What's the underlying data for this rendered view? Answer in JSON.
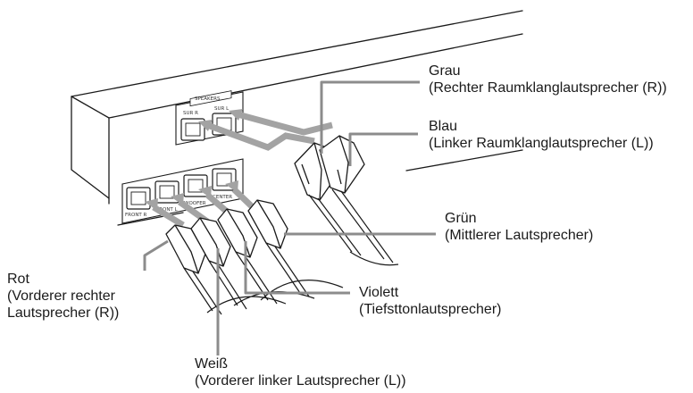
{
  "unit": {
    "panel_title": "SPEAKERS",
    "jack_labels_top": [
      "SUR R",
      "SUR L"
    ],
    "jack_labels_bottom": [
      "FRONT R",
      "FRONT L",
      "WOOFER",
      "CENTER"
    ]
  },
  "callouts": {
    "grau": {
      "color": "Grau",
      "desc": "(Rechter Raumklanglautsprecher (R))"
    },
    "blau": {
      "color": "Blau",
      "desc": "(Linker Raumklanglautsprecher (L))"
    },
    "gruen": {
      "color": "Grün",
      "desc": "(Mittlerer Lautsprecher)"
    },
    "violett": {
      "color": "Violett",
      "desc": "(Tiefsttonlautsprecher)"
    },
    "rot": {
      "color": "Rot",
      "desc_line1": "(Vorderer rechter",
      "desc_line2": "Lautsprecher (R))"
    },
    "weiss": {
      "color": "Weiß",
      "desc": "(Vorderer linker Lautsprecher (L))"
    }
  },
  "colors": {
    "ink": "#1a1a1a",
    "arrow": "#9a9a9a",
    "leader": "#8c8c8c"
  }
}
